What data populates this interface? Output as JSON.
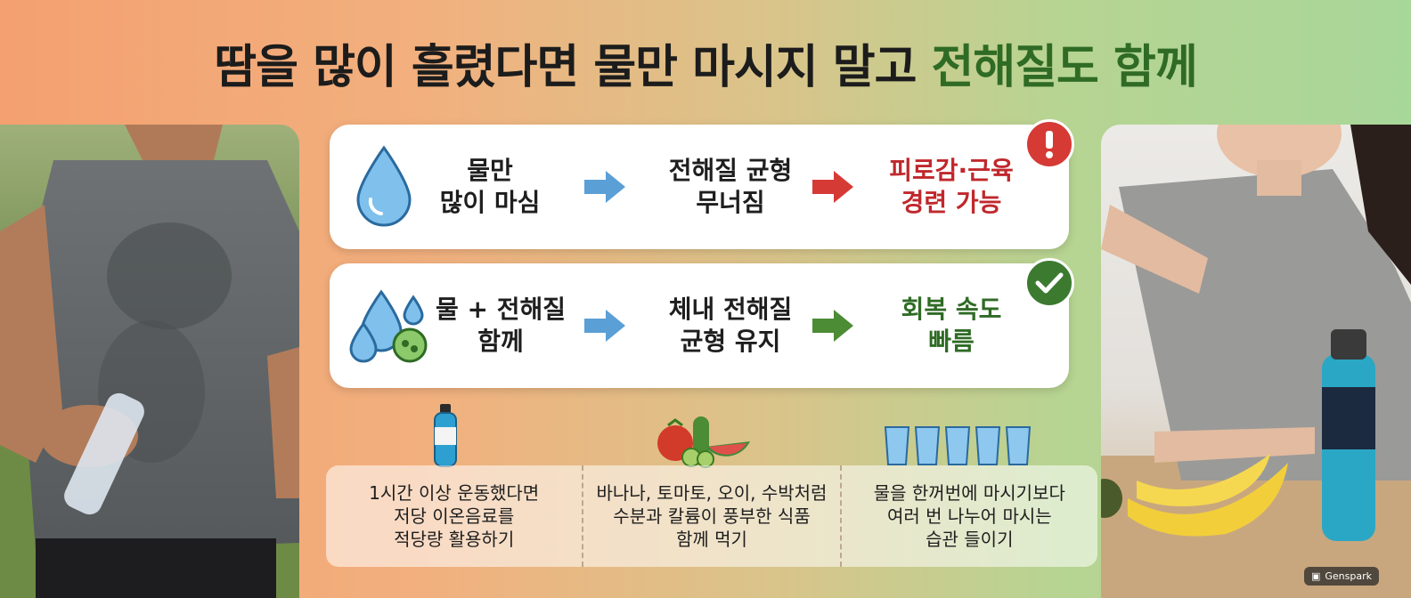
{
  "title": {
    "main": "땀을 많이 흘렸다면 물만 마시지 말고 ",
    "highlight": "전해질도 함께"
  },
  "cards": [
    {
      "step1": [
        "물만",
        "많이 마심"
      ],
      "step2": [
        "전해질 균형",
        "무너짐"
      ],
      "step3": [
        "피로감·근육",
        "경련 가능"
      ],
      "status": "warning",
      "accent": "#c0282c"
    },
    {
      "step1": [
        "물 + 전해질",
        "함께"
      ],
      "step2": [
        "체내 전해질",
        "균형 유지"
      ],
      "step3": [
        "회복 속도",
        "빠름"
      ],
      "status": "ok",
      "accent": "#2f6b25"
    }
  ],
  "tips": [
    {
      "icon": "sports-drink-bottle-icon",
      "lines": [
        "1시간 이상 운동했다면",
        "저당 이온음료를",
        "적당량 활용하기"
      ]
    },
    {
      "icon": "fruits-vegetables-icon",
      "lines": [
        "바나나, 토마토, 오이, 수박처럼",
        "수분과 칼륨이 풍부한 식품",
        "함께 먹기"
      ]
    },
    {
      "icon": "water-glasses-icon",
      "lines": [
        "물을 한꺼번에 마시기보다",
        "여러 번 나누어 마시는",
        "습관 들이기"
      ]
    }
  ],
  "watermark": "Genspark",
  "colors": {
    "arrow_blue": "#5a9fd6",
    "arrow_red": "#d63a35",
    "arrow_green": "#4b8c35",
    "drop_blue": "#6fb2e3"
  }
}
